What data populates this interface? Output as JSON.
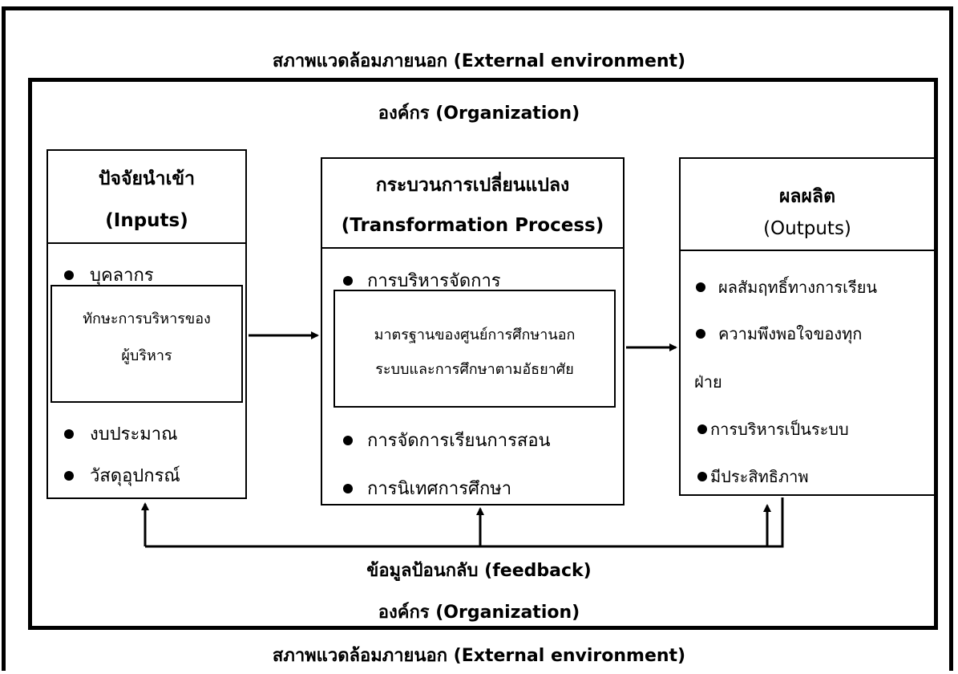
{
  "external_environment_top": "สภาพแวดล้อมภายนอก (External environment)",
  "external_environment_bottom": "สภาพแวดล้อมภายนอก (External environment)",
  "organization_top": "องค์กร (Organization)",
  "organization_bottom": "องค์กร (Organization)",
  "feedback_label": "ข้อมูลป้อนกลับ (feedback)",
  "inputs": {
    "title_th": "ปัจจัยนำเข้า",
    "title_en": "(Inputs)",
    "items": [
      "บุคลากร",
      "งบประมาณ",
      "วัสดุอุปกรณ์"
    ],
    "inner_box": [
      "ทักษะการบริหารของ",
      "ผู้บริหาร"
    ]
  },
  "process": {
    "title_th": "กระบวนการเปลี่ยนแปลง",
    "title_en": "(Transformation Process)",
    "items": [
      "การบริหารจัดการ",
      "การจัดการเรียนการสอน",
      "การนิเทศการศึกษา"
    ],
    "inner_box": [
      "มาตรฐานของศูนย์การศึกษานอก",
      "ระบบและการศึกษาตามอัธยาศัย"
    ]
  },
  "outputs": {
    "title_th": "ผลผลิต",
    "title_en": "(Outputs)",
    "items": [
      "ผลสัมฤทธิ์ทางการเรียน",
      "ความพึงพอใจของทุก",
      "ฝ่าย",
      "การบริหารเป็นระบบ",
      "มีประสิทธิภาพ"
    ]
  }
}
